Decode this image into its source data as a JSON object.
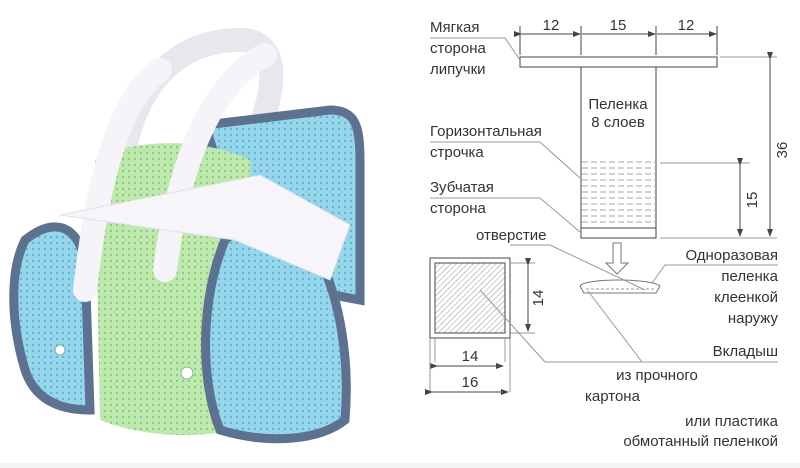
{
  "photo": {
    "subject": "baby-hip-abduction-pillow-product",
    "colors": {
      "blue_fabric": "#8fd3e8",
      "green_fabric": "#b6e6a6",
      "trim": "#5d7190",
      "straps": "#f6f4f8"
    }
  },
  "diagram": {
    "labels": {
      "soft_velcro": [
        "Мягкая",
        "сторона",
        "липучки"
      ],
      "diaper_layers": [
        "Пеленка",
        "8 слоев"
      ],
      "horizontal_stitch": [
        "Горизонтальная",
        "строчка"
      ],
      "hook_side": [
        "Зубчатая",
        "сторона"
      ],
      "opening": "отверстие",
      "disposable_diaper": [
        "Одноразовая",
        "пеленка",
        "клеенкой",
        "наружу"
      ],
      "insert": [
        "Вкладыш",
        "из прочного",
        "картона",
        "или пластика",
        "обмотанный пеленкой"
      ]
    },
    "dimensions": {
      "top_left": "12",
      "top_middle": "15",
      "top_right": "12",
      "total_height": "36",
      "stitch_height": "15",
      "square_height": "14",
      "square_inner_width": "14",
      "square_outer_width": "16"
    },
    "colors": {
      "line": "#444444",
      "leader": "#9a9a9a",
      "text": "#333333"
    }
  }
}
